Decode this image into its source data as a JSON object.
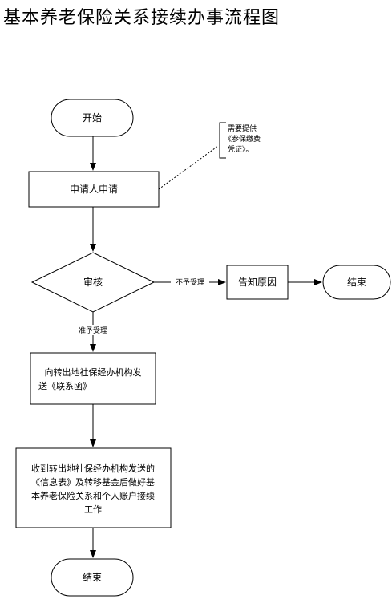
{
  "title": "基本养老保险关系接续办事流程图",
  "nodes": {
    "start": "开始",
    "apply": "申请人申请",
    "review": "审核",
    "notify": "告知原因",
    "end_right": "结束",
    "send_lines": [
      "向转出地社保经办机构发",
      "送《联系函》"
    ],
    "receive_lines": [
      "收到转出地社保经办机构发送的",
      "《信息表》及转移基金后做好基",
      "本养老保险关系和个人账户接续",
      "工作"
    ],
    "end_bottom": "结束"
  },
  "annotation_lines": [
    "需要提供",
    "《参保缴费",
    "凭证》。"
  ],
  "edge_labels": {
    "reject": "不予受理",
    "accept": "准予受理"
  }
}
